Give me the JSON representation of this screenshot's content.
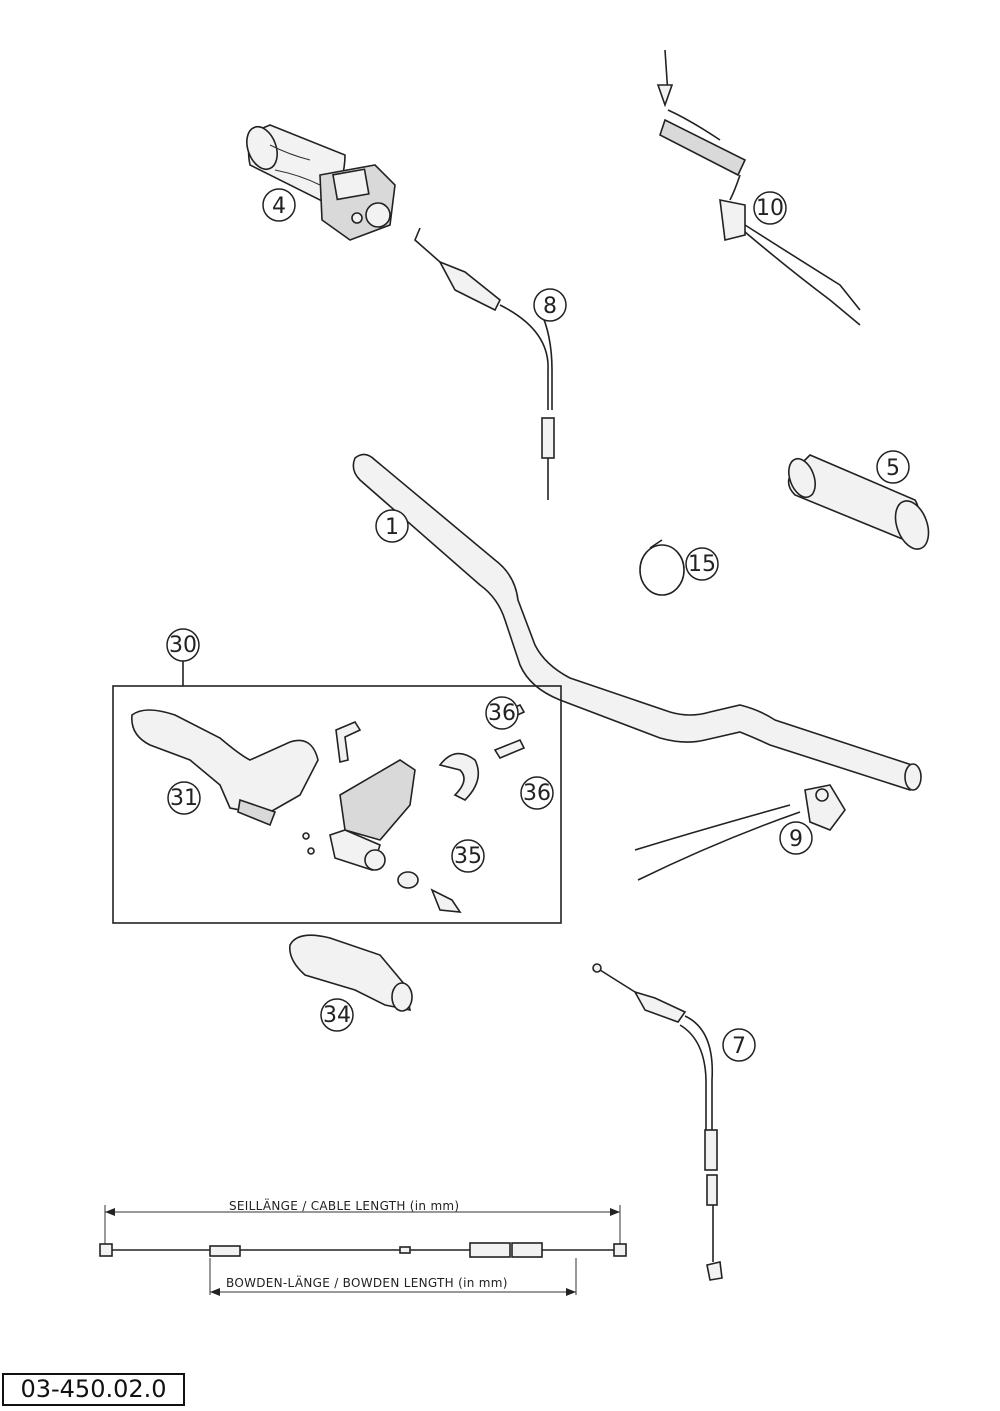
{
  "diagram": {
    "reference_code": "03-450.02.0",
    "callouts": [
      "1",
      "4",
      "5",
      "7",
      "8",
      "9",
      "10",
      "15",
      "30",
      "31",
      "34",
      "35",
      "36",
      "36"
    ],
    "dimension_labels": {
      "cable_length": "SEILLÄNGE / CABLE LENGTH   (in mm)",
      "bowden_length": "BOWDEN-LÄNGE / BOWDEN LENGTH   (in mm)"
    }
  }
}
